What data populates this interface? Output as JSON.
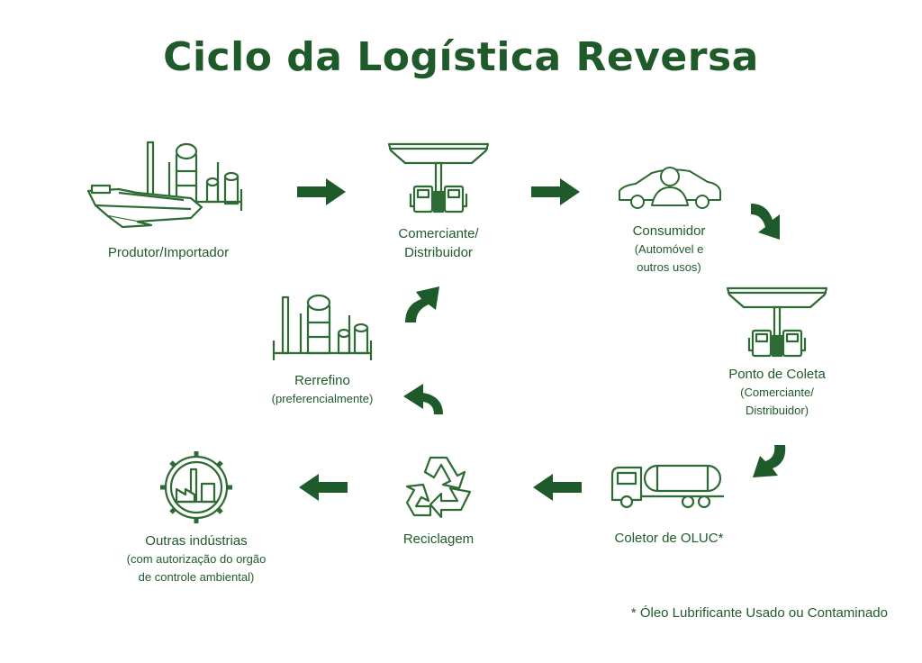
{
  "title": "Ciclo da Logística Reversa",
  "colors": {
    "primary": "#1f5a2a",
    "line": "#2e6b34"
  },
  "nodes": {
    "producer": {
      "label": "Produtor/Importador",
      "icon": "refinery-ship-icon"
    },
    "merchant": {
      "label": "Comerciante/",
      "label2": "Distribuidor",
      "icon": "fuel-station-icon"
    },
    "consumer": {
      "label": "Consumidor",
      "sub1": "(Automóvel e",
      "sub2": "outros usos)",
      "icon": "car-person-icon"
    },
    "collection_point": {
      "label": "Ponto de Coleta",
      "sub1": "(Comerciante/",
      "sub2": "Distribuidor)",
      "icon": "fuel-station-icon"
    },
    "collector": {
      "label": "Coletor de OLUC*",
      "icon": "tanker-truck-icon"
    },
    "recycling": {
      "label": "Reciclagem",
      "icon": "recycle-icon"
    },
    "other_industries": {
      "label": "Outras indústrias",
      "sub1": "(com autorização do orgão",
      "sub2": "de controle ambiental)",
      "icon": "gear-factory-icon"
    },
    "rerefining": {
      "label": "Rerrefino",
      "sub1": "(preferencialmente)",
      "icon": "refinery-icon"
    }
  },
  "footnote": "* Óleo Lubrificante Usado ou Contaminado"
}
